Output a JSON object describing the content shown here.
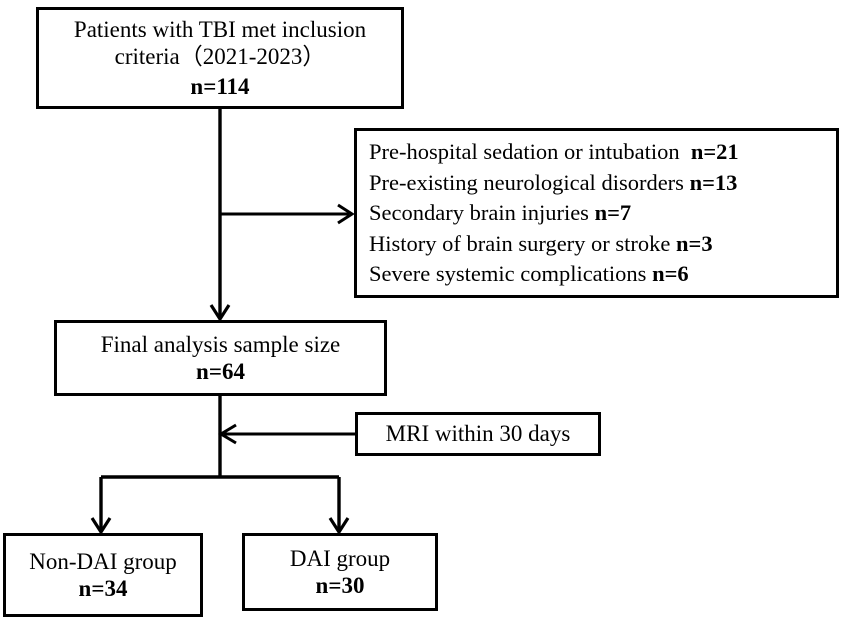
{
  "diagram": {
    "type": "flowchart",
    "title": "TBI patient inclusion and grouping flowchart",
    "line_color": "#000000",
    "box_fill": "#ffffff",
    "boxes": {
      "inclusion": {
        "line1": "Patients with TBI met inclusion",
        "line2": "criteria（2021-2023）",
        "count": "n=114"
      },
      "exclusion": {
        "items": [
          "Pre-hospital sedation or intubation  n=21",
          "Pre-existing neurological disorders n=13",
          "Secondary brain injuries n=7",
          "History of brain surgery or stroke n=3",
          "Severe systemic complications n=6"
        ],
        "labels": [
          "Pre-hospital sedation or intubation",
          "Pre-existing neurological disorders",
          "Secondary brain injuries",
          "History of brain surgery or stroke",
          "Severe systemic complications"
        ],
        "counts": [
          "n=21",
          "n=13",
          "n=7",
          "n=3",
          "n=6"
        ]
      },
      "final_sample": {
        "label": "Final analysis sample size",
        "count": "n=64"
      },
      "mri": {
        "label": "MRI within 30 days"
      },
      "non_dai": {
        "label": "Non-DAI group",
        "count": "n=34"
      },
      "dai": {
        "label": "DAI group",
        "count": "n=30"
      }
    }
  }
}
